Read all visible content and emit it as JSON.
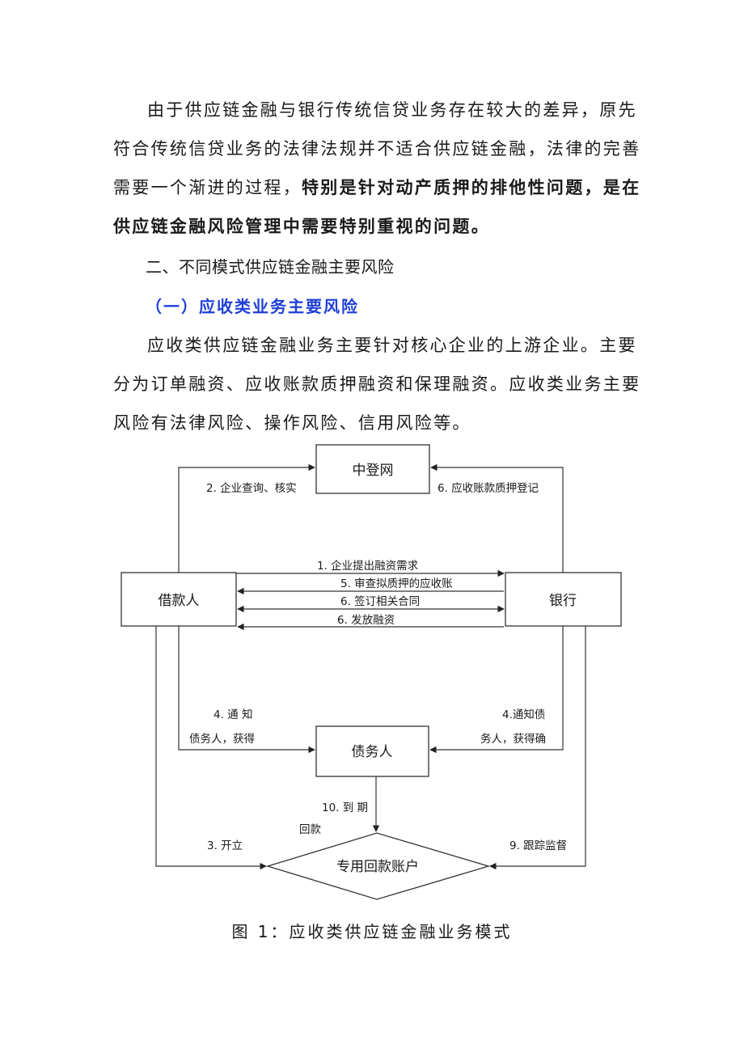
{
  "paragraph1": {
    "line1": "由于供应链金融与银行传统信贷业务存在较大的差异，原先",
    "line2": "符合传统信贷业务的法律法规并不适合供应链金融，法律的完善",
    "line3_normal": "需要一个渐进的过程，",
    "line3_bold": "特别是针对动产质押的排他性问题，是在",
    "line4_bold": "供应链金融风险管理中需要特别重视的问题。"
  },
  "heading2": "二、不同模式供应链金融主要风险",
  "heading3": "（一）应收类业务主要风险",
  "paragraph2": {
    "line1": "应收类供应链金融业务主要针对核心企业的上游企业。主要",
    "line2": "分为订单融资、应收账款质押融资和保理融资。应收类业务主要",
    "line3": "风险有法律风险、操作风险、信用风险等。"
  },
  "diagram": {
    "nodes": {
      "zhongdeng": "中登网",
      "borrower": "借款人",
      "bank": "银行",
      "debtor": "债务人",
      "account": "专用回款账户"
    },
    "edges": {
      "e2": "2. 企业查询、核实",
      "e6_register": "6. 应收账款质押登记",
      "e1": "1. 企业提出融资需求",
      "e5": "5. 审查拟质押的应收账",
      "e6_contract": "6. 签订相关合同",
      "e6_fund": "6.  发放融资",
      "e4_left_l1": "4. 通 知",
      "e4_left_l2": "债务人，获得",
      "e4_right_l1": "4.通知债",
      "e4_right_l2": "务人，获得确",
      "e10_l1": "10. 到 期",
      "e10_l2": "回款",
      "e3": "3. 开立",
      "e9": "9. 跟踪监督"
    }
  },
  "caption": "图 1：应收类供应链金融业务模式"
}
